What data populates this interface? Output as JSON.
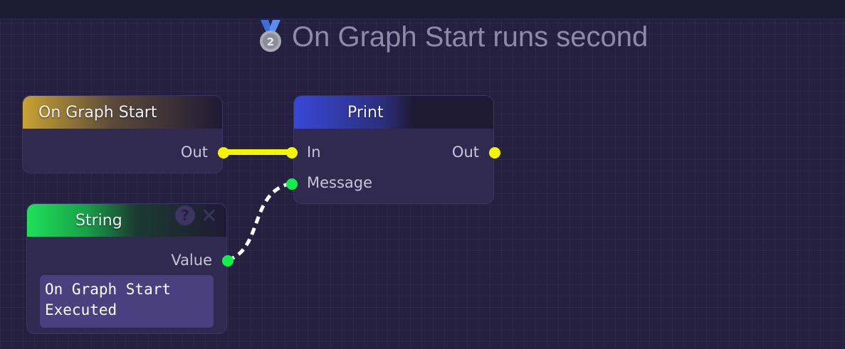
{
  "title": {
    "medal_icon": "second-place-medal-icon",
    "medal_number": "2",
    "text": "On Graph Start runs second"
  },
  "nodes": {
    "on_graph_start": {
      "title": "On Graph Start",
      "outputs": {
        "out": "Out"
      },
      "header_color": "#c9a332"
    },
    "print": {
      "title": "Print",
      "inputs": {
        "in": "In",
        "message": "Message"
      },
      "outputs": {
        "out": "Out"
      },
      "header_color": "#3848d8"
    },
    "string": {
      "title": "String",
      "outputs": {
        "value": "Value"
      },
      "value_text": "On Graph Start\nExecuted",
      "header_color": "#1ee05a",
      "tools": {
        "help_icon": "help-icon",
        "close_icon": "close-icon"
      }
    }
  },
  "connections": [
    {
      "from": "on_graph_start.out",
      "to": "print.in",
      "kind": "exec",
      "color": "#f5f500"
    },
    {
      "from": "string.value",
      "to": "print.message",
      "kind": "data",
      "color": "#ffffff"
    }
  ],
  "colors": {
    "canvas": "#252040",
    "node_body": "#302950",
    "exec_port": "#f5f500",
    "data_port": "#11f04a"
  }
}
